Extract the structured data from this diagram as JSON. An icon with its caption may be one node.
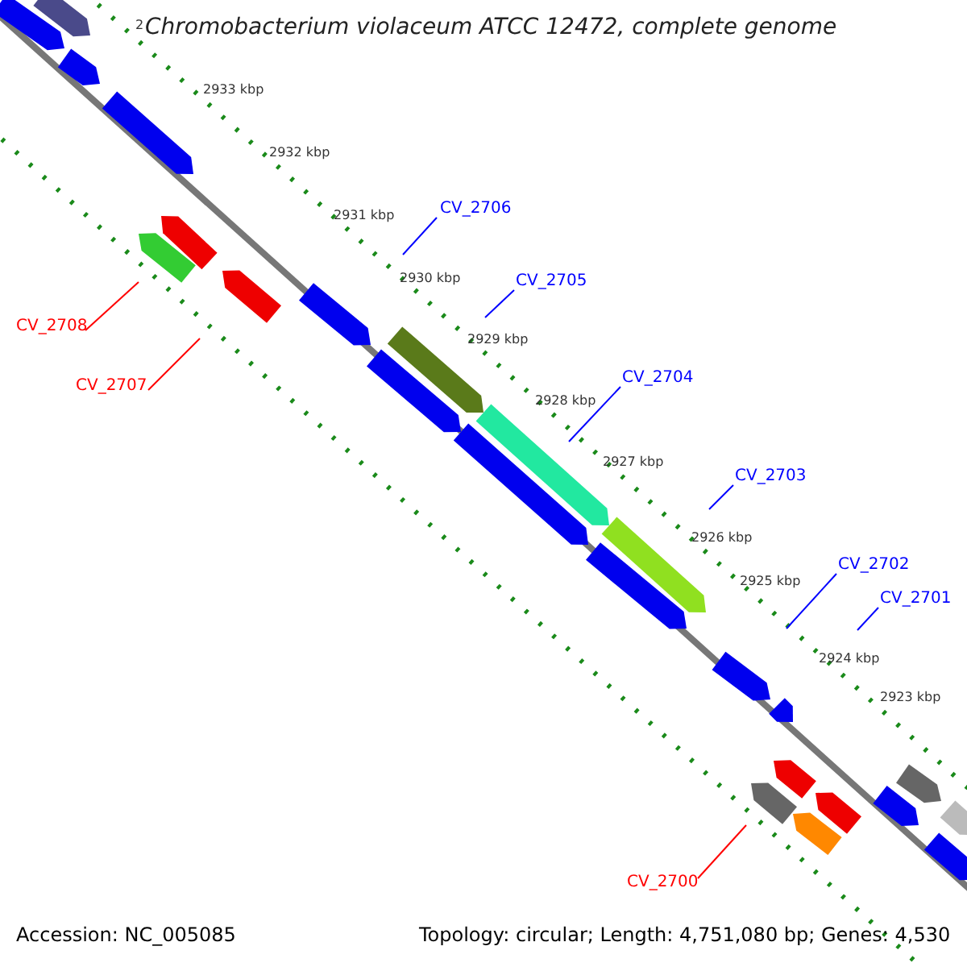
{
  "diagram": {
    "title": "Chromobacterium violaceum ATCC 12472, complete genome",
    "nodes": [
      {
        "text": [
          "CV_2708"
        ]
      },
      {
        "text": [
          "CV_2707"
        ]
      },
      {
        "text": [
          "CV_2706"
        ]
      },
      {
        "text": [
          "CV_2705"
        ]
      },
      {
        "text": [
          "CV_2704"
        ]
      },
      {
        "text": [
          "CV_2703"
        ]
      },
      {
        "text": [
          "CV_2702"
        ]
      },
      {
        "text": [
          "CV_2701"
        ]
      },
      {
        "text": [
          "CV_2700"
        ]
      }
    ],
    "edges": [
      {
        "from": 0,
        "to": null,
        "arrow": "none",
        "color": "#ff0000"
      },
      {
        "from": 1,
        "to": null,
        "arrow": "none",
        "color": "#ff0000"
      },
      {
        "from": 2,
        "to": null,
        "arrow": "none"
      },
      {
        "from": 3,
        "to": null,
        "arrow": "none"
      },
      {
        "from": 4,
        "to": null,
        "arrow": "none"
      },
      {
        "from": 5,
        "to": null,
        "arrow": "none"
      },
      {
        "from": 6,
        "to": null,
        "arrow": "none"
      },
      {
        "from": 7,
        "to": null,
        "arrow": "none"
      },
      {
        "from": 8,
        "to": null,
        "arrow": "none",
        "color": "#ff0000"
      }
    ],
    "labels": [
      "2",
      "2933 kbp",
      "2932 kbp",
      "2931 kbp",
      "2930 kbp",
      "2929 kbp",
      "2928 kbp",
      "2927 kbp",
      "2926 kbp",
      "2925 kbp",
      "2924 kbp",
      "2923 kbp",
      "Accession: NC_005085",
      "Topology: circular; Length: 4,751,080 bp; Genes: 4,530"
    ]
  }
}
